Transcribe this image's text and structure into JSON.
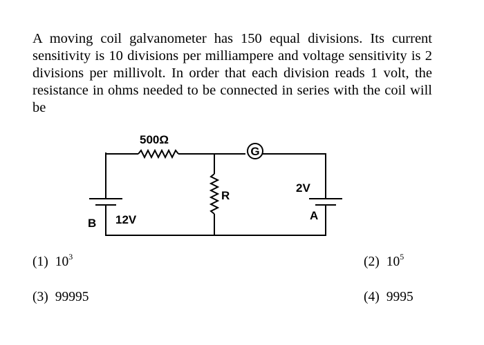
{
  "question": {
    "text": "A moving coil galvanometer has 150 equal divisions. Its current sensitivity is 10 divisions per milliampere and voltage sensitivity is 2 divisions per millivolt. In order that each division reads 1 volt, the resistance in ohms needed to be connected in series with the coil will be"
  },
  "circuit": {
    "resistor_label": "500Ω",
    "galvanometer_label": "G",
    "middle_resistor_label": "R",
    "battery_a_voltage": "2V",
    "battery_a_label": "A",
    "battery_b_label": "B",
    "battery_b_voltage": "12V"
  },
  "options": [
    {
      "number": "(1)",
      "base": "10",
      "exponent": "3"
    },
    {
      "number": "(2)",
      "base": "10",
      "exponent": "5"
    },
    {
      "number": "(3)",
      "value": "99995"
    },
    {
      "number": "(4)",
      "value": "9995"
    }
  ]
}
